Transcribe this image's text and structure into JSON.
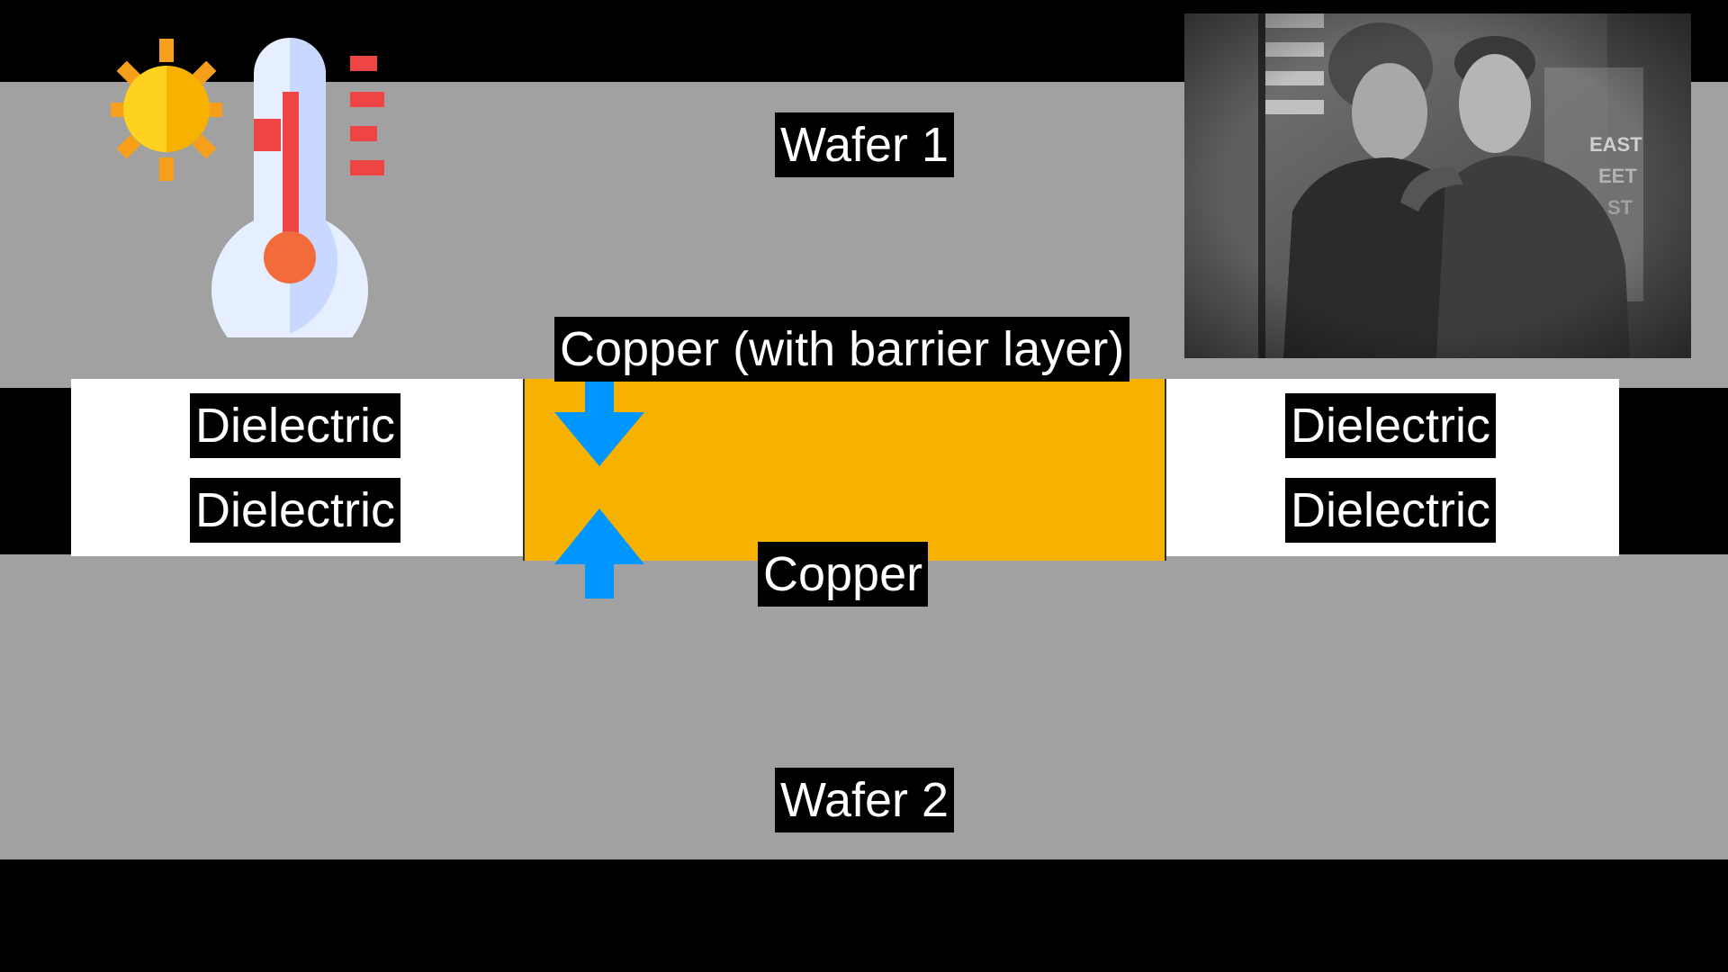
{
  "diagram": {
    "wafer_top_label": "Wafer 1",
    "wafer_bottom_label": "Wafer 2",
    "copper_top_label": "Copper (with barrier layer)",
    "copper_bottom_label": "Copper",
    "dielectric_left_top": "Dielectric",
    "dielectric_left_bottom": "Dielectric",
    "dielectric_right_top": "Dielectric",
    "dielectric_right_bottom": "Dielectric",
    "icons": [
      "sun-icon",
      "thermometer-icon"
    ],
    "photo_sign_text": "EAST\nMEET\nWEST"
  },
  "colors": {
    "background": "#000000",
    "wafer": "#a1a1a1",
    "dielectric": "#ffffff",
    "copper": "#f7b100",
    "arrow": "#0096ff",
    "label_bg": "#000000",
    "label_text": "#ffffff"
  }
}
